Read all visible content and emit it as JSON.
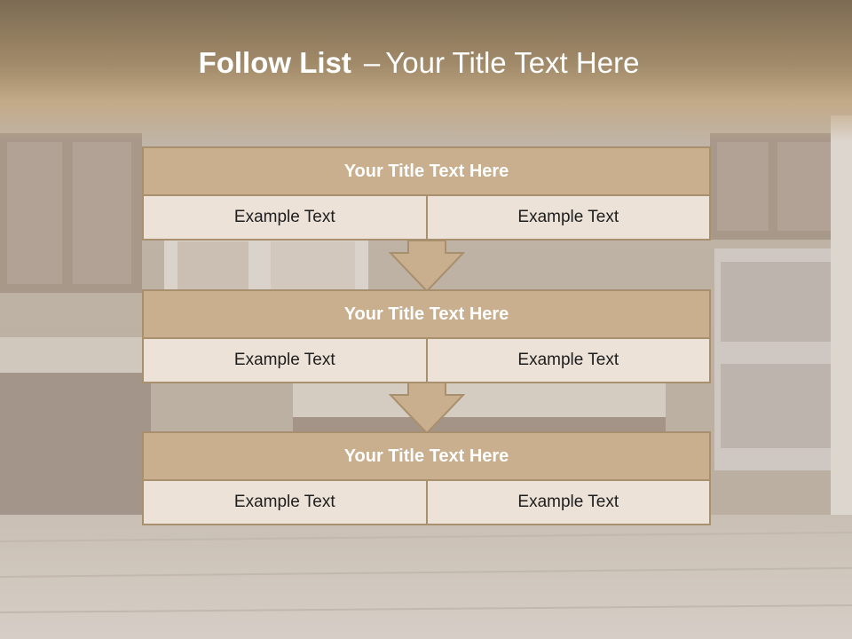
{
  "slide": {
    "title_bold": "Follow List",
    "title_separator": "–",
    "title_rest": "Your Title Text Here"
  },
  "blocks": [
    {
      "title": "Your Title Text Here",
      "cells": [
        "Example Text",
        "Example Text"
      ]
    },
    {
      "title": "Your Title Text Here",
      "cells": [
        "Example Text",
        "Example Text"
      ]
    },
    {
      "title": "Your Title Text Here",
      "cells": [
        "Example Text",
        "Example Text"
      ]
    }
  ],
  "colors": {
    "header_band": "#9c8464",
    "block_title_fill": "#c9af8d",
    "block_border": "#a88f6d",
    "cell_fill": "#ece2d8",
    "arrow_fill": "#c9af8d"
  },
  "icons": [
    "down-arrow-icon",
    "down-arrow-icon"
  ]
}
